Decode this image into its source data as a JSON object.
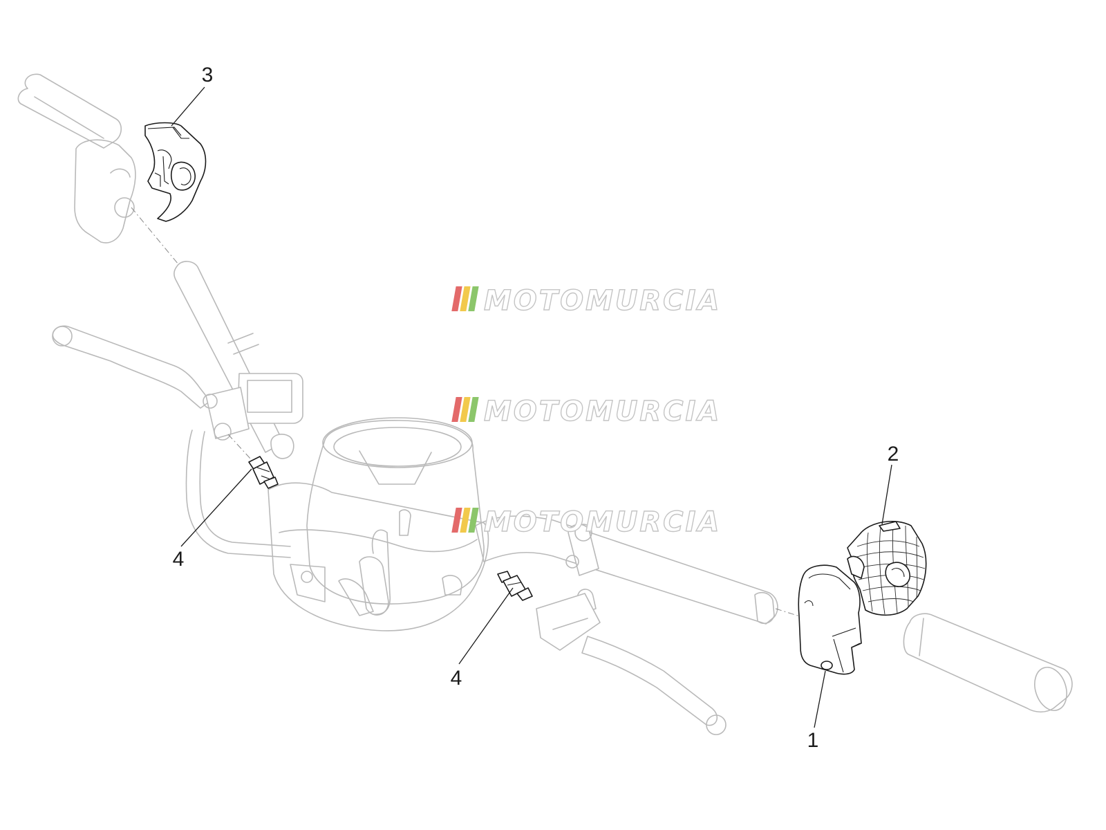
{
  "diagram": {
    "callouts": [
      {
        "id": "c3",
        "label": "3"
      },
      {
        "id": "c2",
        "label": "2"
      },
      {
        "id": "c4a",
        "label": "4"
      },
      {
        "id": "c4b",
        "label": "4"
      },
      {
        "id": "c1",
        "label": "1"
      }
    ]
  },
  "watermark": {
    "text": "MOTOMURCIA",
    "stripe_colors": [
      "#e36a6a",
      "#f2c94c",
      "#8cc66b"
    ]
  },
  "colors": {
    "ghost_line": "#b9b9b9",
    "part_line": "#1a1a1a"
  }
}
